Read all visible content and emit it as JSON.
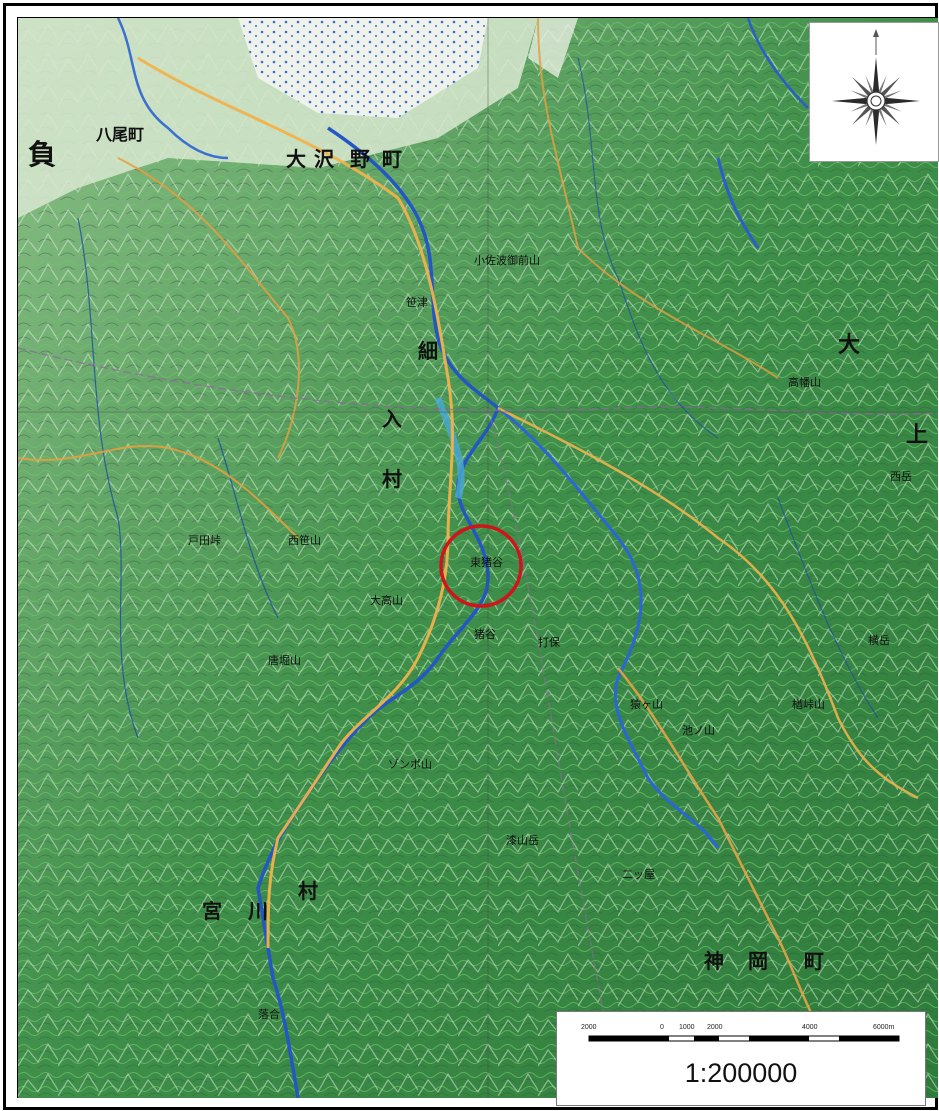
{
  "map": {
    "scale": {
      "ticks": [
        "2000",
        "0",
        "1000",
        "2000",
        "4000",
        "6000m"
      ],
      "ratio": "1:200000"
    },
    "compass": {
      "icon": "compass-rose-icon"
    },
    "marker": {
      "icon": "red-circle-marker",
      "color": "#d0141a"
    },
    "labels": [
      {
        "id": "l1",
        "text": "負"
      },
      {
        "id": "l2",
        "text": "八尾町"
      },
      {
        "id": "l3",
        "text": "大"
      },
      {
        "id": "l4",
        "text": "沢"
      },
      {
        "id": "l5",
        "text": "野"
      },
      {
        "id": "l6",
        "text": "町"
      },
      {
        "id": "l7",
        "text": "細"
      },
      {
        "id": "l8",
        "text": "入"
      },
      {
        "id": "l9",
        "text": "村"
      },
      {
        "id": "l10",
        "text": "大"
      },
      {
        "id": "l11",
        "text": "上"
      },
      {
        "id": "l12",
        "text": "宮"
      },
      {
        "id": "l13",
        "text": "川"
      },
      {
        "id": "l14",
        "text": "村"
      },
      {
        "id": "l15",
        "text": "神"
      },
      {
        "id": "l16",
        "text": "岡"
      },
      {
        "id": "l17",
        "text": "町"
      },
      {
        "id": "l18",
        "text": "戸田峠"
      },
      {
        "id": "l19",
        "text": "西笹山"
      },
      {
        "id": "l20",
        "text": "大高山"
      },
      {
        "id": "l21",
        "text": "唐堀山"
      },
      {
        "id": "l22",
        "text": "ゾンボ山"
      },
      {
        "id": "l23",
        "text": "漆山岳"
      },
      {
        "id": "l24",
        "text": "池ノ山"
      },
      {
        "id": "l25",
        "text": "横岳"
      },
      {
        "id": "l26",
        "text": "高幡山"
      },
      {
        "id": "l27",
        "text": "小佐波御前山"
      },
      {
        "id": "l28",
        "text": "猿ヶ山"
      },
      {
        "id": "l29",
        "text": "楢峠山"
      },
      {
        "id": "l30",
        "text": "西岳"
      },
      {
        "id": "l31",
        "text": "笹津"
      },
      {
        "id": "l32",
        "text": "東猪谷"
      },
      {
        "id": "l33",
        "text": "猪谷"
      },
      {
        "id": "l34",
        "text": "打保"
      },
      {
        "id": "l35",
        "text": "二ッ屋"
      },
      {
        "id": "l36",
        "text": "落合"
      }
    ]
  }
}
